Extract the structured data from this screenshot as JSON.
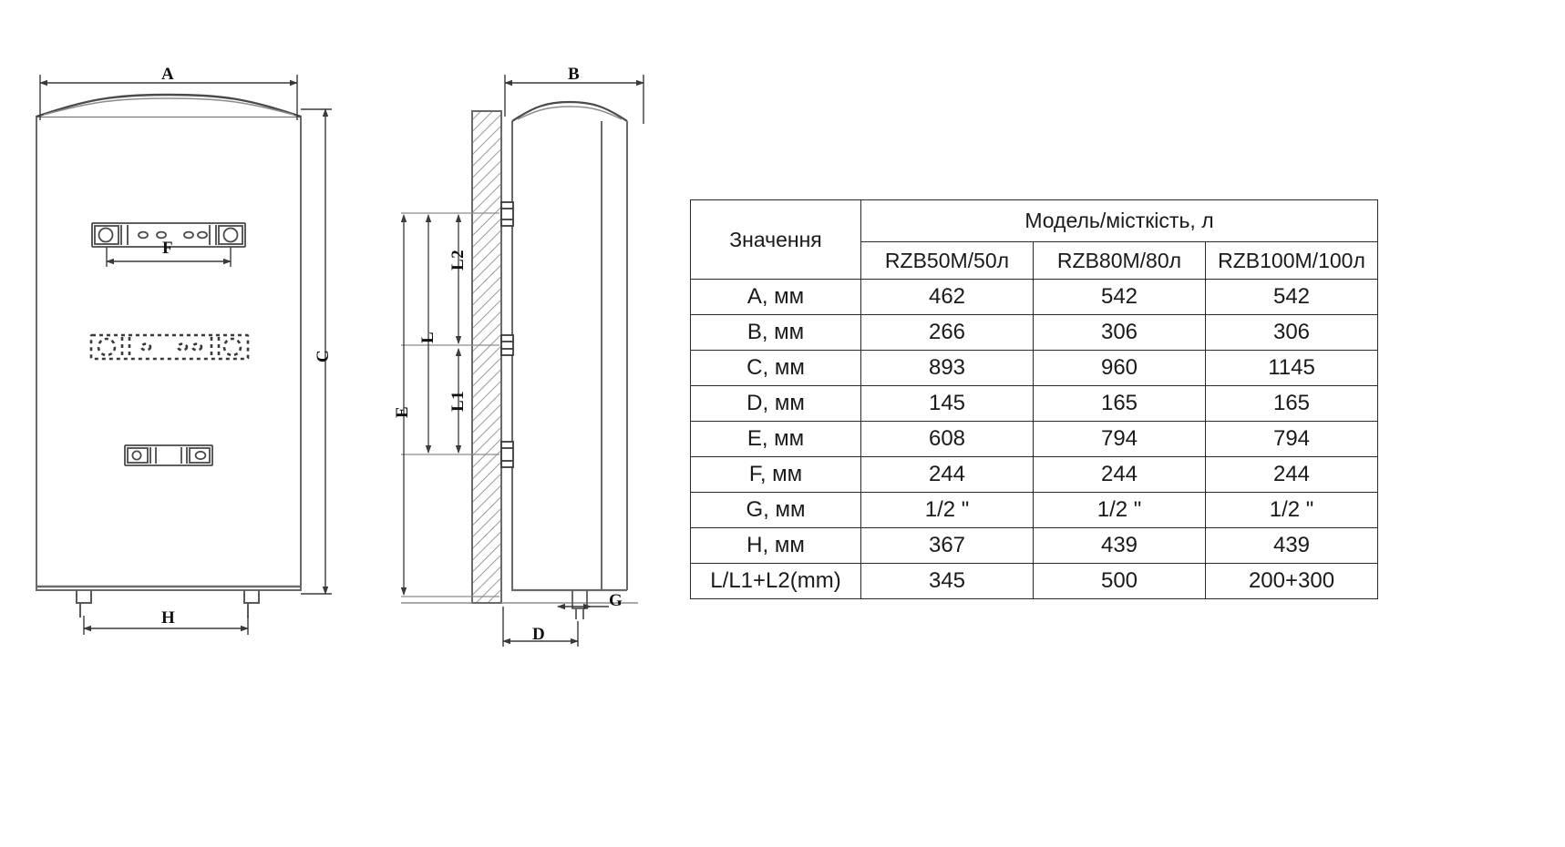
{
  "drawing": {
    "front_view": {
      "name": "water-heater-front-view",
      "dimension_labels": [
        {
          "id": "A",
          "text": "A",
          "meaning": "overall-width"
        },
        {
          "id": "C",
          "text": "C",
          "meaning": "overall-height"
        },
        {
          "id": "F",
          "text": "F",
          "meaning": "upper-bracket-spacing"
        },
        {
          "id": "H",
          "text": "H",
          "meaning": "foot-spacing"
        }
      ]
    },
    "side_view": {
      "name": "water-heater-side-view",
      "dimension_labels": [
        {
          "id": "B",
          "text": "B",
          "meaning": "overall-depth"
        },
        {
          "id": "D",
          "text": "D",
          "meaning": "wall-to-outlet-depth"
        },
        {
          "id": "E",
          "text": "E",
          "meaning": "total-mount-height"
        },
        {
          "id": "G",
          "text": "G",
          "meaning": "pipe-thread"
        },
        {
          "id": "L",
          "text": "L",
          "meaning": "bracket-span"
        },
        {
          "id": "L1",
          "text": "L1",
          "meaning": "lower-bracket-span"
        },
        {
          "id": "L2",
          "text": "L2",
          "meaning": "upper-bracket-span"
        }
      ]
    }
  },
  "table": {
    "name": "model-capacity-specification-table",
    "param_header": "Значення",
    "group_header": "Модель/місткість, л",
    "models": [
      "RZB50M/50л",
      "RZB80M/80л",
      "RZB100M/100л"
    ],
    "rows": [
      {
        "param": "A, мм",
        "values": [
          "462",
          "542",
          "542"
        ]
      },
      {
        "param": "B, мм",
        "values": [
          "266",
          "306",
          "306"
        ]
      },
      {
        "param": "C, мм",
        "values": [
          "893",
          "960",
          "1145"
        ]
      },
      {
        "param": "D, мм",
        "values": [
          "145",
          "165",
          "165"
        ]
      },
      {
        "param": "E, мм",
        "values": [
          "608",
          "794",
          "794"
        ]
      },
      {
        "param": "F, мм",
        "values": [
          "244",
          "244",
          "244"
        ]
      },
      {
        "param": "G, мм",
        "values": [
          "1/2 \"",
          "1/2 \"",
          "1/2 \""
        ]
      },
      {
        "param": "H, мм",
        "values": [
          "367",
          "439",
          "439"
        ]
      },
      {
        "param": "L/L1+L2(mm)",
        "values": [
          "345",
          "500",
          "200+300"
        ]
      }
    ]
  },
  "colors": {
    "line": "#3a3a3a",
    "line_light": "#8c8c8c",
    "text": "#1a1a1a",
    "border": "#2b2b2b",
    "background": "#ffffff"
  }
}
